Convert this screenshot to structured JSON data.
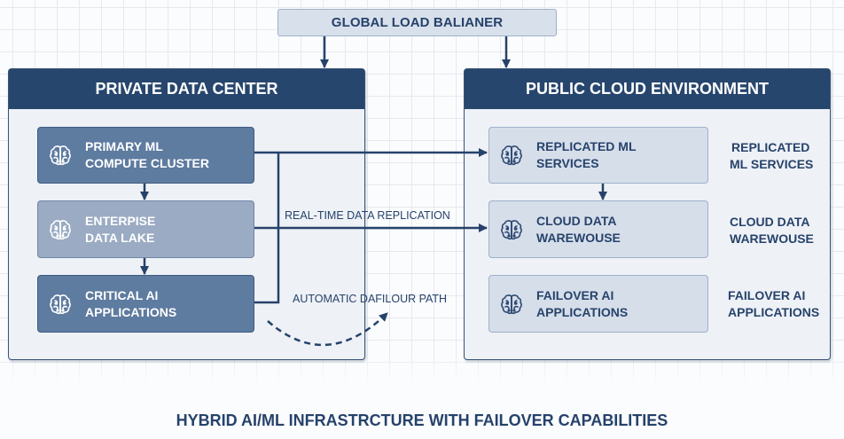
{
  "load_balancer": {
    "label": "GLOBAL LOAD BALIANER"
  },
  "private_dc": {
    "title": "PRIVATE DATA CENTER",
    "nodes": [
      {
        "line1": "PRIMARY ML",
        "line2": "COMPUTE CLUSTER",
        "icon": "brain-icon"
      },
      {
        "line1": "ENTERPISE",
        "line2": "DATA LAKE",
        "icon": "brain-icon"
      },
      {
        "line1": "CRITICAL AI",
        "line2": "APPLICATIONS",
        "icon": "brain-icon"
      }
    ]
  },
  "public_cloud": {
    "title": "PUBLIC CLOUD ENVIRONMENT",
    "nodes": [
      {
        "line1": "REPLICATED ML",
        "line2": "SERVICES",
        "icon": "brain-icon"
      },
      {
        "line1": "CLOUD DATA",
        "line2": "WAREWOUSE",
        "icon": "brain-icon"
      },
      {
        "line1": "FAILOVER AI",
        "line2": "APPLICATIONS",
        "icon": "brain-icon"
      }
    ],
    "side_labels": [
      {
        "line1": "REPLICATED",
        "line2": "ML SERVICES"
      },
      {
        "line1": "CLOUD DATA",
        "line2": "WAREWOUSE"
      },
      {
        "line1": "FAILOVER AI",
        "line2": "APPLICATIONS"
      }
    ]
  },
  "flows": {
    "replication_label": "REAL-TIME DATA REPLICATION",
    "failover_label": "AUTOMATIC DAFILOUR PATH"
  },
  "footer": {
    "title": "HYBRID AI/ML INFRASTRCTURE WITH FAILOVER CAPABILITIES"
  },
  "colors": {
    "header": "#27466d",
    "node_dark": "#5e7ba0",
    "node_mid": "#9aabc3",
    "node_light": "#d6deea",
    "line": "#26426b"
  }
}
